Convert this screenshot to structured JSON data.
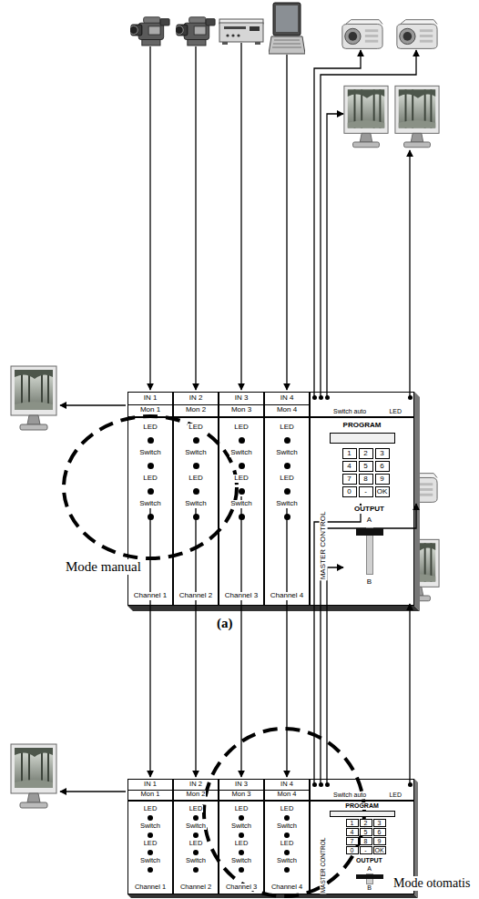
{
  "diagram": {
    "nodes": [
      {
        "text": [
          "IN 1",
          "Mon 1"
        ]
      },
      {
        "text": [
          "IN 2",
          "Mon 2"
        ]
      },
      {
        "text": [
          "IN 3",
          "Mon 3"
        ]
      },
      {
        "text": [
          "IN 4",
          "Mon 4"
        ]
      },
      {
        "text": [
          "Switch auto",
          "LED"
        ]
      },
      {
        "text": [
          "LED",
          "Switch",
          "LED",
          "Switch",
          "Channel 1"
        ]
      },
      {
        "text": [
          "LED",
          "Switch",
          "LED",
          "Switch",
          "Channel 2"
        ]
      },
      {
        "text": [
          "LED",
          "Switch",
          "LED",
          "Switch",
          "Channel 3"
        ]
      },
      {
        "text": [
          "LED",
          "Switch",
          "LED",
          "Switch",
          "Channel 4"
        ]
      },
      {
        "text": [
          "PROGRAM",
          "OUTPUT",
          "A",
          "B",
          "MASTER CONTROL"
        ]
      },
      {
        "text": [
          "1"
        ],
        "in": 9
      },
      {
        "text": [
          "2"
        ],
        "in": 9
      },
      {
        "text": [
          "3"
        ],
        "in": 9
      },
      {
        "text": [
          "4"
        ],
        "in": 9
      },
      {
        "text": [
          "5"
        ],
        "in": 9
      },
      {
        "text": [
          "6"
        ],
        "in": 9
      },
      {
        "text": [
          "7"
        ],
        "in": 9
      },
      {
        "text": [
          "8"
        ],
        "in": 9
      },
      {
        "text": [
          "9"
        ],
        "in": 9
      },
      {
        "text": [
          "0"
        ],
        "in": 9
      },
      {
        "text": [
          "-"
        ],
        "in": 9
      },
      {
        "text": [
          "OK"
        ],
        "in": 9
      },
      {
        "text": [
          "IN 1",
          "Mon 1"
        ]
      },
      {
        "text": [
          "IN 2",
          "Mon 2"
        ]
      },
      {
        "text": [
          "IN 3",
          "Mon 3"
        ]
      },
      {
        "text": [
          "IN 4",
          "Mon 4"
        ]
      },
      {
        "text": [
          "Switch auto",
          "LED"
        ]
      },
      {
        "text": [
          "LED",
          "Switch",
          "LED",
          "Switch",
          "Channel 1"
        ]
      },
      {
        "text": [
          "LED",
          "Switch",
          "LED",
          "Switch",
          "Channel 2"
        ]
      },
      {
        "text": [
          "LED",
          "Switch",
          "LED",
          "Switch",
          "Channel 3"
        ]
      },
      {
        "text": [
          "LED",
          "Switch",
          "LED",
          "Switch",
          "Channel 4"
        ]
      },
      {
        "text": [
          "PROGRAM",
          "OUTPUT",
          "A",
          "B",
          "MASTER CONTROL"
        ]
      },
      {
        "text": [
          "1"
        ],
        "in": 31
      },
      {
        "text": [
          "2"
        ],
        "in": 31
      },
      {
        "text": [
          "3"
        ],
        "in": 31
      },
      {
        "text": [
          "4"
        ],
        "in": 31
      },
      {
        "text": [
          "5"
        ],
        "in": 31
      },
      {
        "text": [
          "6"
        ],
        "in": 31
      },
      {
        "text": [
          "7"
        ],
        "in": 31
      },
      {
        "text": [
          "8"
        ],
        "in": 31
      },
      {
        "text": [
          "9"
        ],
        "in": 31
      },
      {
        "text": [
          "0"
        ],
        "in": 31
      },
      {
        "text": [
          "-"
        ],
        "in": 31
      },
      {
        "text": [
          "OK"
        ],
        "in": 31
      }
    ],
    "labels": [
      "Mode manual",
      "(a)",
      "Mode otomatis"
    ]
  }
}
